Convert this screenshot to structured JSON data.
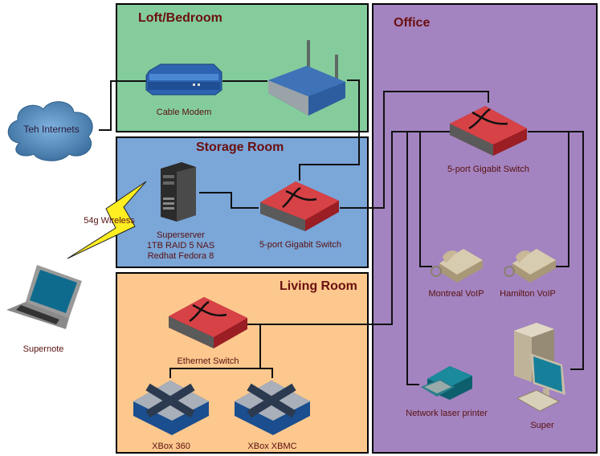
{
  "rooms": {
    "loft": {
      "title": "Loft/Bedroom",
      "color": "#84cc9c"
    },
    "storage": {
      "title": "Storage Room",
      "color": "#7aa6d8"
    },
    "living": {
      "title": "Living Room",
      "color": "#fcc88e"
    },
    "office": {
      "title": "Office",
      "color": "#a384c0"
    }
  },
  "devices": {
    "internet": {
      "label": "Teh Internets",
      "icon": "cloud-icon"
    },
    "cable_modem": {
      "label": "Cable Modem",
      "icon": "modem-icon"
    },
    "wireless_router": {
      "label": "",
      "icon": "wireless-router-icon"
    },
    "superserver": {
      "label_lines": [
        "Superserver",
        "1TB RAID 5 NAS",
        "Redhat Fedora 8"
      ],
      "icon": "server-tower-icon"
    },
    "storage_switch": {
      "label": "5-port Gigabit Switch",
      "icon": "switch-icon"
    },
    "wireless_link": {
      "label": "54g Wireless",
      "icon": "lightning-bolt-icon"
    },
    "supernote": {
      "label": "Supernote",
      "icon": "laptop-icon"
    },
    "ethernet_switch": {
      "label": "Ethernet Switch",
      "icon": "switch-icon"
    },
    "xbox360": {
      "label": "XBox 360",
      "icon": "game-console-icon"
    },
    "xbox_xbmc": {
      "label": "XBox XBMC",
      "icon": "game-console-icon"
    },
    "office_switch": {
      "label": "5-port Gigabit Switch",
      "icon": "switch-icon"
    },
    "montreal_voip": {
      "label": "Montreal VoIP",
      "icon": "phone-icon"
    },
    "hamilton_voip": {
      "label": "Hamilton VoIP",
      "icon": "phone-icon"
    },
    "printer": {
      "label": "Network laser printer",
      "icon": "printer-icon"
    },
    "super_pc": {
      "label": "Super",
      "icon": "desktop-pc-icon"
    }
  },
  "colors": {
    "label_text": "#5a1010",
    "title_text": "#6b0f0f",
    "switch_red": "#c8353a",
    "lightning": "#ffee22"
  }
}
